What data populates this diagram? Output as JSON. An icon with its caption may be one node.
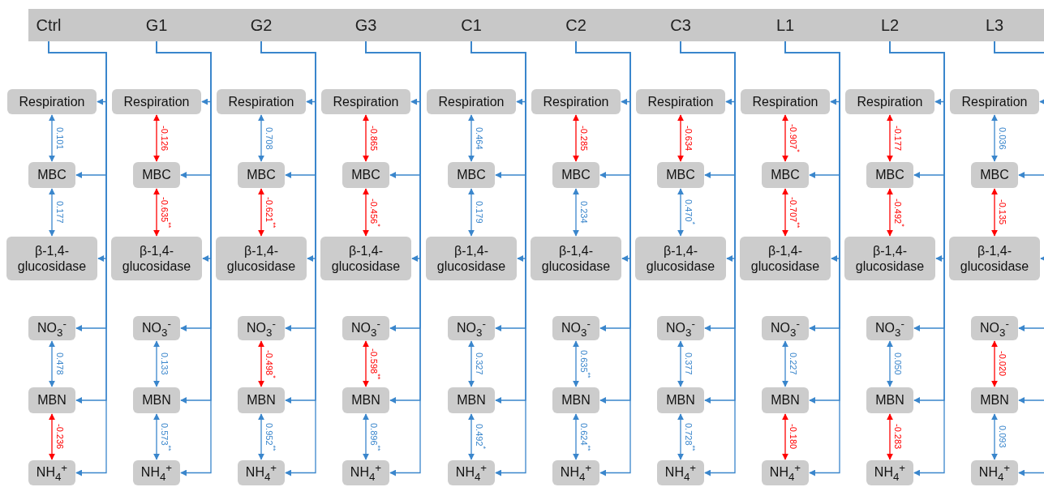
{
  "diagram": {
    "nodes": [
      {
        "text": [],
        "shape": "bar"
      },
      {
        "text": [
          "Ctrl"
        ],
        "in": 0
      },
      {
        "text": [
          "G1"
        ],
        "in": 0
      },
      {
        "text": [
          "G2"
        ],
        "in": 0
      },
      {
        "text": [
          "G3"
        ],
        "in": 0
      },
      {
        "text": [
          "C1"
        ],
        "in": 0
      },
      {
        "text": [
          "C2"
        ],
        "in": 0
      },
      {
        "text": [
          "C3"
        ],
        "in": 0
      },
      {
        "text": [
          "L1"
        ],
        "in": 0
      },
      {
        "text": [
          "L2"
        ],
        "in": 0
      },
      {
        "text": [
          "L3"
        ],
        "in": 0
      },
      {
        "text": [
          "Respiration"
        ]
      },
      {
        "text": [
          "MBC"
        ]
      },
      {
        "text": [
          "β-1,4-glucosidase"
        ]
      },
      {
        "text": [
          "NO$_{3}$$^{-}$"
        ]
      },
      {
        "text": [
          "MBN"
        ]
      },
      {
        "text": [
          "NH$_{4}$$^{+}$"
        ]
      },
      {
        "text": [
          "Respiration"
        ]
      },
      {
        "text": [
          "MBC"
        ]
      },
      {
        "text": [
          "β-1,4-glucosidase"
        ]
      },
      {
        "text": [
          "NO$_{3}$$^{-}$"
        ]
      },
      {
        "text": [
          "MBN"
        ]
      },
      {
        "text": [
          "NH$_{4}$$^{+}$"
        ]
      },
      {
        "text": [
          "Respiration"
        ]
      },
      {
        "text": [
          "MBC"
        ]
      },
      {
        "text": [
          "β-1,4-glucosidase"
        ]
      },
      {
        "text": [
          "NO$_{3}$$^{-}$"
        ]
      },
      {
        "text": [
          "MBN"
        ]
      },
      {
        "text": [
          "NH$_{4}$$^{+}$"
        ]
      },
      {
        "text": [
          "Respiration"
        ]
      },
      {
        "text": [
          "MBC"
        ]
      },
      {
        "text": [
          "β-1,4-glucosidase"
        ]
      },
      {
        "text": [
          "NO$_{3}$$^{-}$"
        ]
      },
      {
        "text": [
          "MBN"
        ]
      },
      {
        "text": [
          "NH$_{4}$$^{+}$"
        ]
      },
      {
        "text": [
          "Respiration"
        ]
      },
      {
        "text": [
          "MBC"
        ]
      },
      {
        "text": [
          "β-1,4-glucosidase"
        ]
      },
      {
        "text": [
          "NO$_{3}$$^{-}$"
        ]
      },
      {
        "text": [
          "MBN"
        ]
      },
      {
        "text": [
          "NH$_{4}$$^{+}$"
        ]
      },
      {
        "text": [
          "Respiration"
        ]
      },
      {
        "text": [
          "MBC"
        ]
      },
      {
        "text": [
          "β-1,4-glucosidase"
        ]
      },
      {
        "text": [
          "NO$_{3}$$^{-}$"
        ]
      },
      {
        "text": [
          "MBN"
        ]
      },
      {
        "text": [
          "NH$_{4}$$^{+}$"
        ]
      },
      {
        "text": [
          "Respiration"
        ]
      },
      {
        "text": [
          "MBC"
        ]
      },
      {
        "text": [
          "β-1,4-glucosidase"
        ]
      },
      {
        "text": [
          "NO$_{3}$$^{-}$"
        ]
      },
      {
        "text": [
          "MBN"
        ]
      },
      {
        "text": [
          "NH$_{4}$$^{+}$"
        ]
      },
      {
        "text": [
          "Respiration"
        ]
      },
      {
        "text": [
          "MBC"
        ]
      },
      {
        "text": [
          "β-1,4-glucosidase"
        ]
      },
      {
        "text": [
          "NO$_{3}$$^{-}$"
        ]
      },
      {
        "text": [
          "MBN"
        ]
      },
      {
        "text": [
          "NH$_{4}$$^{+}$"
        ]
      },
      {
        "text": [
          "Respiration"
        ]
      },
      {
        "text": [
          "MBC"
        ]
      },
      {
        "text": [
          "β-1,4-glucosidase"
        ]
      },
      {
        "text": [
          "NO$_{3}$$^{-}$"
        ]
      },
      {
        "text": [
          "MBN"
        ]
      },
      {
        "text": [
          "NH$_{4}$$^{+}$"
        ]
      },
      {
        "text": [
          "Respiration"
        ]
      },
      {
        "text": [
          "MBC"
        ]
      },
      {
        "text": [
          "β-1,4-glucosidase"
        ]
      },
      {
        "text": [
          "NO$_{3}$$^{-}$"
        ]
      },
      {
        "text": [
          "MBN"
        ]
      },
      {
        "text": [
          "NH$_{4}$$^{+}$"
        ]
      }
    ],
    "edges": [
      {
        "from": 1,
        "to": 11,
        "arrow": "to"
      },
      {
        "from": 1,
        "to": 12,
        "arrow": "to"
      },
      {
        "from": 1,
        "to": 13,
        "arrow": "to"
      },
      {
        "from": 1,
        "to": 14,
        "arrow": "to"
      },
      {
        "from": 1,
        "to": 15,
        "arrow": "to"
      },
      {
        "from": 1,
        "to": 16,
        "arrow": "to"
      },
      {
        "from": 11,
        "to": 12,
        "arrow": "both",
        "label": "0.101"
      },
      {
        "from": 12,
        "to": 13,
        "arrow": "both",
        "label": "0.177"
      },
      {
        "from": 14,
        "to": 15,
        "arrow": "both",
        "label": "0.478"
      },
      {
        "from": 15,
        "to": 16,
        "arrow": "both",
        "label": "-0.236",
        "color": "#ff0000"
      },
      {
        "from": 2,
        "to": 17,
        "arrow": "to"
      },
      {
        "from": 2,
        "to": 18,
        "arrow": "to"
      },
      {
        "from": 2,
        "to": 19,
        "arrow": "to"
      },
      {
        "from": 2,
        "to": 20,
        "arrow": "to"
      },
      {
        "from": 2,
        "to": 21,
        "arrow": "to"
      },
      {
        "from": 2,
        "to": 22,
        "arrow": "to"
      },
      {
        "from": 17,
        "to": 18,
        "arrow": "both",
        "label": "-0.126",
        "color": "#ff0000"
      },
      {
        "from": 18,
        "to": 19,
        "arrow": "both",
        "label": "-0.635$^{**}$",
        "color": "#ff0000"
      },
      {
        "from": 20,
        "to": 21,
        "arrow": "both",
        "label": "0.133"
      },
      {
        "from": 21,
        "to": 22,
        "arrow": "both",
        "label": "0.573$^{**}$"
      },
      {
        "from": 3,
        "to": 23,
        "arrow": "to"
      },
      {
        "from": 3,
        "to": 24,
        "arrow": "to"
      },
      {
        "from": 3,
        "to": 25,
        "arrow": "to"
      },
      {
        "from": 3,
        "to": 26,
        "arrow": "to"
      },
      {
        "from": 3,
        "to": 27,
        "arrow": "to"
      },
      {
        "from": 3,
        "to": 28,
        "arrow": "to"
      },
      {
        "from": 23,
        "to": 24,
        "arrow": "both",
        "label": "0.708"
      },
      {
        "from": 24,
        "to": 25,
        "arrow": "both",
        "label": "-0.621$^{**}$",
        "color": "#ff0000"
      },
      {
        "from": 26,
        "to": 27,
        "arrow": "both",
        "label": "-0.498$^{*}$",
        "color": "#ff0000"
      },
      {
        "from": 27,
        "to": 28,
        "arrow": "both",
        "label": "0.952$^{**}$"
      },
      {
        "from": 4,
        "to": 29,
        "arrow": "to"
      },
      {
        "from": 4,
        "to": 30,
        "arrow": "to"
      },
      {
        "from": 4,
        "to": 31,
        "arrow": "to"
      },
      {
        "from": 4,
        "to": 32,
        "arrow": "to"
      },
      {
        "from": 4,
        "to": 33,
        "arrow": "to"
      },
      {
        "from": 4,
        "to": 34,
        "arrow": "to"
      },
      {
        "from": 29,
        "to": 30,
        "arrow": "both",
        "label": "-0.865",
        "color": "#ff0000"
      },
      {
        "from": 30,
        "to": 31,
        "arrow": "both",
        "label": "-0.456$^{*}$",
        "color": "#ff0000"
      },
      {
        "from": 32,
        "to": 33,
        "arrow": "both",
        "label": "-0.598$^{**}$",
        "color": "#ff0000"
      },
      {
        "from": 33,
        "to": 34,
        "arrow": "both",
        "label": "0.896$^{**}$"
      },
      {
        "from": 5,
        "to": 35,
        "arrow": "to"
      },
      {
        "from": 5,
        "to": 36,
        "arrow": "to"
      },
      {
        "from": 5,
        "to": 37,
        "arrow": "to"
      },
      {
        "from": 5,
        "to": 38,
        "arrow": "to"
      },
      {
        "from": 5,
        "to": 39,
        "arrow": "to"
      },
      {
        "from": 5,
        "to": 40,
        "arrow": "to"
      },
      {
        "from": 35,
        "to": 36,
        "arrow": "both",
        "label": "0.464"
      },
      {
        "from": 36,
        "to": 37,
        "arrow": "both",
        "label": "0.179"
      },
      {
        "from": 38,
        "to": 39,
        "arrow": "both",
        "label": "0.327"
      },
      {
        "from": 39,
        "to": 40,
        "arrow": "both",
        "label": "0.492$^{*}$"
      },
      {
        "from": 6,
        "to": 41,
        "arrow": "to"
      },
      {
        "from": 6,
        "to": 42,
        "arrow": "to"
      },
      {
        "from": 6,
        "to": 43,
        "arrow": "to"
      },
      {
        "from": 6,
        "to": 44,
        "arrow": "to"
      },
      {
        "from": 6,
        "to": 45,
        "arrow": "to"
      },
      {
        "from": 6,
        "to": 46,
        "arrow": "to"
      },
      {
        "from": 41,
        "to": 42,
        "arrow": "both",
        "label": "-0.285",
        "color": "#ff0000"
      },
      {
        "from": 42,
        "to": 43,
        "arrow": "both",
        "label": "0.234"
      },
      {
        "from": 44,
        "to": 45,
        "arrow": "both",
        "label": "0.635$^{**}$"
      },
      {
        "from": 45,
        "to": 46,
        "arrow": "both",
        "label": "0.624$^{**}$"
      },
      {
        "from": 7,
        "to": 47,
        "arrow": "to"
      },
      {
        "from": 7,
        "to": 48,
        "arrow": "to"
      },
      {
        "from": 7,
        "to": 49,
        "arrow": "to"
      },
      {
        "from": 7,
        "to": 50,
        "arrow": "to"
      },
      {
        "from": 7,
        "to": 51,
        "arrow": "to"
      },
      {
        "from": 7,
        "to": 52,
        "arrow": "to"
      },
      {
        "from": 47,
        "to": 48,
        "arrow": "both",
        "label": "-0.634",
        "color": "#ff0000"
      },
      {
        "from": 48,
        "to": 49,
        "arrow": "both",
        "label": "0.470$^{*}$"
      },
      {
        "from": 50,
        "to": 51,
        "arrow": "both",
        "label": "0.377"
      },
      {
        "from": 51,
        "to": 52,
        "arrow": "both",
        "label": "0.728$^{**}$"
      },
      {
        "from": 8,
        "to": 53,
        "arrow": "to"
      },
      {
        "from": 8,
        "to": 54,
        "arrow": "to"
      },
      {
        "from": 8,
        "to": 55,
        "arrow": "to"
      },
      {
        "from": 8,
        "to": 56,
        "arrow": "to"
      },
      {
        "from": 8,
        "to": 57,
        "arrow": "to"
      },
      {
        "from": 8,
        "to": 58,
        "arrow": "to"
      },
      {
        "from": 53,
        "to": 54,
        "arrow": "both",
        "label": "-0.907$^{*}$",
        "color": "#ff0000"
      },
      {
        "from": 54,
        "to": 55,
        "arrow": "both",
        "label": "-0.707$^{**}$",
        "color": "#ff0000"
      },
      {
        "from": 56,
        "to": 57,
        "arrow": "both",
        "label": "0.227"
      },
      {
        "from": 57,
        "to": 58,
        "arrow": "both",
        "label": "-0.180",
        "color": "#ff0000"
      },
      {
        "from": 9,
        "to": 59,
        "arrow": "to"
      },
      {
        "from": 9,
        "to": 60,
        "arrow": "to"
      },
      {
        "from": 9,
        "to": 61,
        "arrow": "to"
      },
      {
        "from": 9,
        "to": 62,
        "arrow": "to"
      },
      {
        "from": 9,
        "to": 63,
        "arrow": "to"
      },
      {
        "from": 9,
        "to": 64,
        "arrow": "to"
      },
      {
        "from": 59,
        "to": 60,
        "arrow": "both",
        "label": "-0.177",
        "color": "#ff0000"
      },
      {
        "from": 60,
        "to": 61,
        "arrow": "both",
        "label": "-0.492$^{*}$",
        "color": "#ff0000"
      },
      {
        "from": 62,
        "to": 63,
        "arrow": "both",
        "label": "0.050"
      },
      {
        "from": 63,
        "to": 64,
        "arrow": "both",
        "label": "-0.283",
        "color": "#ff0000"
      },
      {
        "from": 10,
        "to": 65,
        "arrow": "to"
      },
      {
        "from": 10,
        "to": 66,
        "arrow": "to"
      },
      {
        "from": 10,
        "to": 67,
        "arrow": "to"
      },
      {
        "from": 10,
        "to": 68,
        "arrow": "to"
      },
      {
        "from": 10,
        "to": 69,
        "arrow": "to"
      },
      {
        "from": 10,
        "to": 70,
        "arrow": "to"
      },
      {
        "from": 65,
        "to": 66,
        "arrow": "both",
        "label": "0.036"
      },
      {
        "from": 66,
        "to": 67,
        "arrow": "both",
        "label": "-0.135",
        "color": "#ff0000"
      },
      {
        "from": 68,
        "to": 69,
        "arrow": "both",
        "label": "-0.020",
        "color": "#ff0000"
      },
      {
        "from": 69,
        "to": 70,
        "arrow": "both",
        "label": "0.093"
      }
    ]
  }
}
